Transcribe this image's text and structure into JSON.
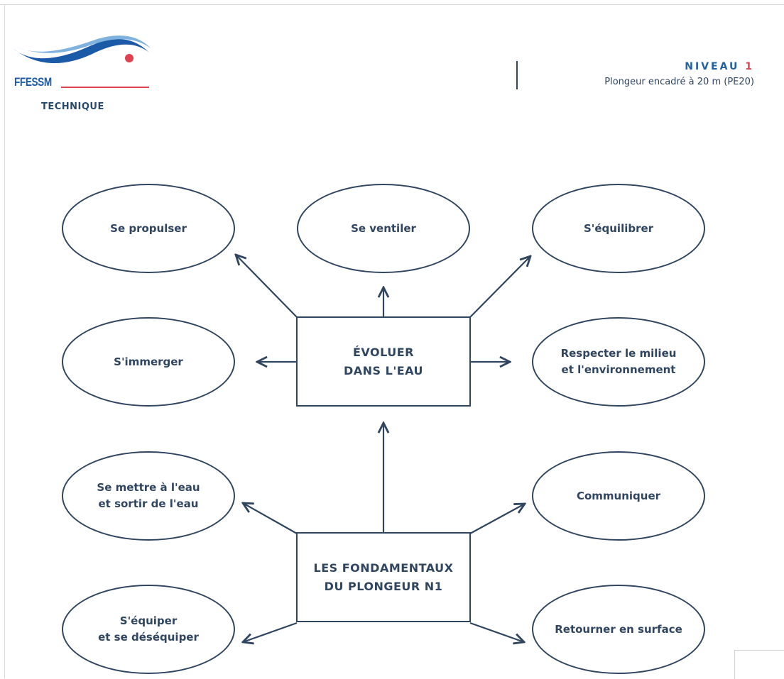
{
  "logo": {
    "acronym": "FFESSM",
    "subtitle": "TECHNIQUE",
    "colors": {
      "wave": "#1a5aa6",
      "accent": "#e0424f"
    }
  },
  "level": {
    "label": "NIVEAU",
    "number": "1",
    "subtitle": "Plongeur encadré à 20 m (PE20)"
  },
  "diagram": {
    "center_top": "ÉVOLUER\nDANS L'EAU",
    "center_bottom": "LES FONDAMENTAUX\nDU PLONGEUR N1",
    "top_nodes": {
      "propulser": "Se propulser",
      "ventiler": "Se ventiler",
      "equilibrer": "S'équilibrer",
      "immerger": "S'immerger",
      "respecter": "Respecter le milieu\net l'environnement"
    },
    "bottom_nodes": {
      "mettre_eau": "Se mettre à l'eau\net sortir de l'eau",
      "communiquer": "Communiquer",
      "equiper": "S'équiper\net se déséquiper",
      "retourner": "Retourner en surface"
    },
    "colors": {
      "stroke": "#2f4560"
    }
  }
}
